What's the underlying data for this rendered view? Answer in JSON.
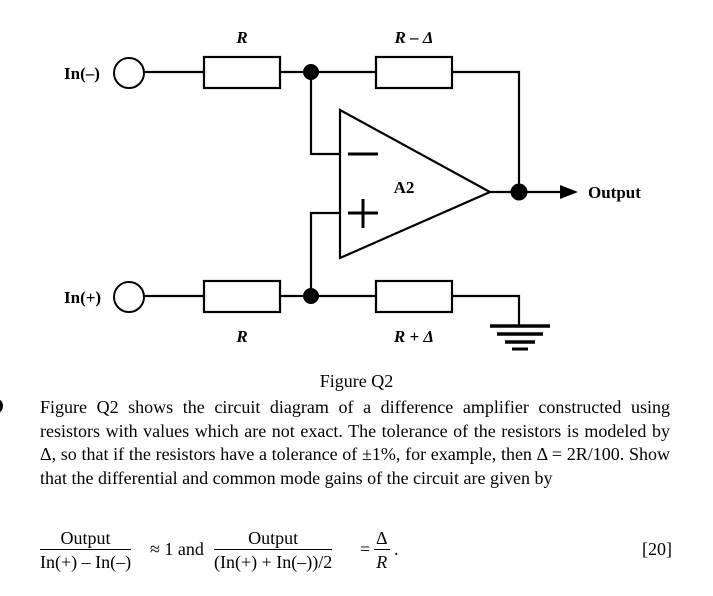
{
  "diagram": {
    "inputs": [
      {
        "id": "in_minus",
        "label": "In(–)"
      },
      {
        "id": "in_plus",
        "label": "In(+)"
      }
    ],
    "resistors": [
      {
        "id": "r_in_minus",
        "label": "R"
      },
      {
        "id": "r_feedback",
        "label": "R – Δ"
      },
      {
        "id": "r_in_plus",
        "label": "R"
      },
      {
        "id": "r_ground",
        "label": "R + Δ"
      }
    ],
    "opamp": {
      "label": "A2",
      "inverting_symbol": "–",
      "noninverting_symbol": "+"
    },
    "output_label": "Output",
    "ground": "ground"
  },
  "caption": "Figure Q2",
  "question": {
    "paragraph": "Figure Q2 shows the circuit diagram of a difference amplifier constructed using resistors with values which are not exact. The tolerance of the resistors is modeled by Δ, so that if the resistors have a tolerance of ±1%, for example, then Δ = 2R/100. Show that the differential and common mode gains of the circuit are given by",
    "equation": {
      "diff_num": "Output",
      "diff_den": "In(+) – In(–)",
      "diff_rel": "≈ 1 and",
      "cm_num": "Output",
      "cm_den": "(In(+) + In(–))/2",
      "cm_rel": "=",
      "rhs_num": "Δ",
      "rhs_den": "R",
      "end": "."
    },
    "marks": "[20]"
  }
}
